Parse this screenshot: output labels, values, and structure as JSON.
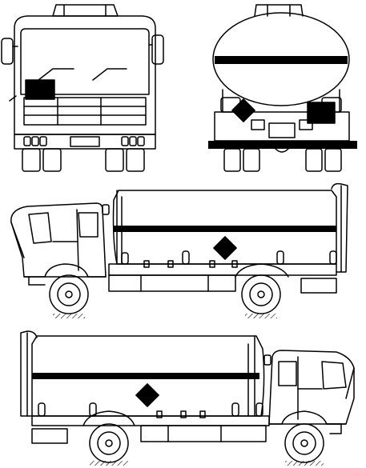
{
  "drawing": {
    "subject": "tanker-truck-placard-positions",
    "views": [
      {
        "id": "front-view",
        "placards": [
          "orange-plate"
        ]
      },
      {
        "id": "rear-view",
        "placards": [
          "hazard-diamond",
          "orange-plate"
        ]
      },
      {
        "id": "left-side-view",
        "placards": [
          "hazard-diamond"
        ]
      },
      {
        "id": "right-side-view",
        "placards": [
          "hazard-diamond"
        ]
      }
    ],
    "colors": {
      "ink": "#000000",
      "paper": "#ffffff"
    }
  }
}
